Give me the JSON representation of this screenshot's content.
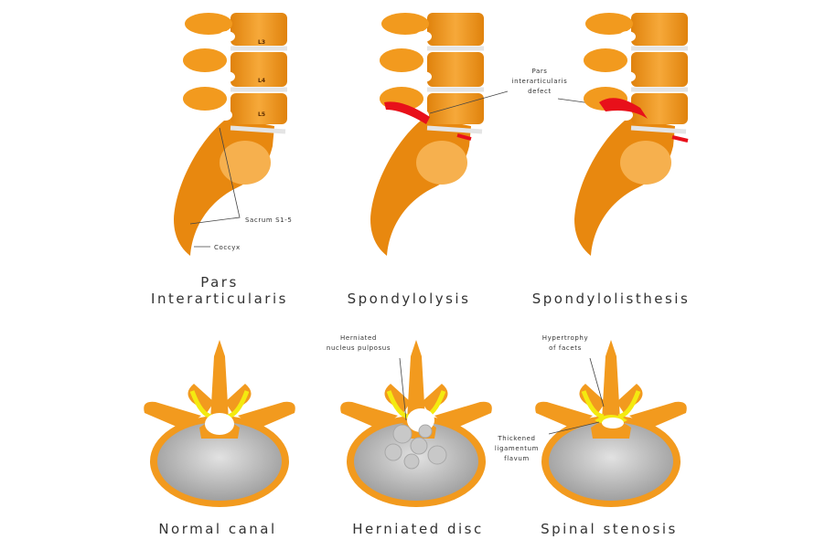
{
  "colors": {
    "bone": "#f29a1e",
    "bone_dark": "#d97a0a",
    "bone_light": "#f7b453",
    "disc": "#e8e8e8",
    "defect": "#e8101a",
    "ligament": "#f4ea10",
    "body_gray": "#b8b8b8"
  },
  "top_row": {
    "panels": [
      {
        "title_lines": [
          "Pars",
          "Interarticularis"
        ],
        "vertebra_labels": [
          "L3",
          "L4",
          "L5"
        ],
        "annotations": [
          "Sacrum S1-5",
          "Coccyx"
        ]
      },
      {
        "title": "Spondylolysis",
        "annotation": "Pars interarticularis defect",
        "annotation_lines": [
          "Pars",
          "interarticularis",
          "defect"
        ]
      },
      {
        "title": "Spondylolisthesis"
      }
    ]
  },
  "bottom_row": {
    "panels": [
      {
        "title": "Normal canal"
      },
      {
        "title": "Herniated disc",
        "annotation_lines": [
          "Herniated",
          "nucleus pulposus"
        ]
      },
      {
        "title": "Spinal stenosis",
        "annotation_1_lines": [
          "Hypertrophy",
          "of facets"
        ],
        "annotation_2_lines": [
          "Thickened",
          "ligamentum",
          "flavum"
        ]
      }
    ]
  }
}
